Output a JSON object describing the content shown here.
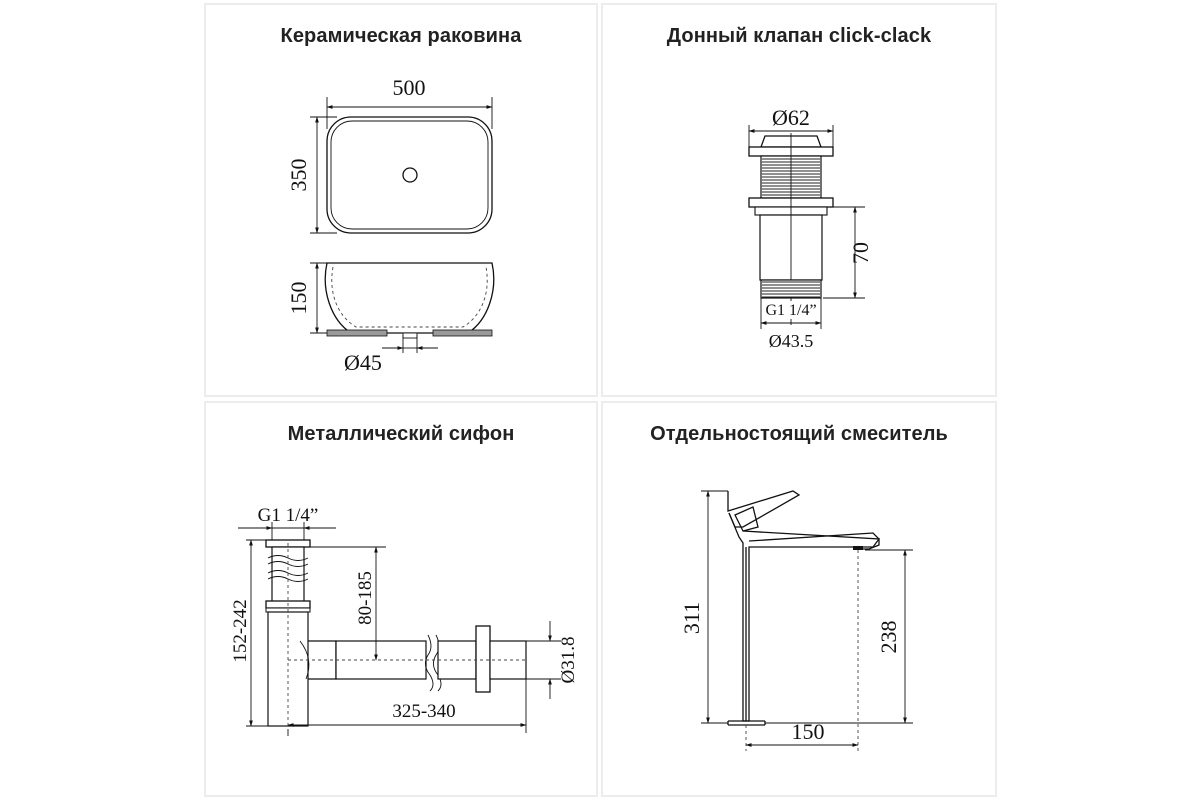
{
  "panels": {
    "basin": {
      "title": "Керамическая раковина",
      "dim_width": "500",
      "dim_depth": "350",
      "dim_height": "150",
      "dim_drain": "Ø45"
    },
    "valve": {
      "title": "Донный клапан click-clack",
      "dim_cap": "Ø62",
      "dim_height": "70",
      "dim_thread": "G1 1/4”",
      "dim_body": "Ø43.5"
    },
    "siphon": {
      "title": "Металлический сифон",
      "dim_thread": "G1 1/4”",
      "dim_height": "152-242",
      "dim_vertical": "80-185",
      "dim_length": "325-340",
      "dim_outlet": "Ø31.8"
    },
    "mixer": {
      "title": "Отдельностоящий смеситель",
      "dim_height": "311",
      "dim_spout_height": "238",
      "dim_spout_reach": "150"
    }
  },
  "colors": {
    "background": "#ffffff",
    "panel_border": "#ececec",
    "line": "#111111",
    "fill_gray": "#9a9a9a",
    "title_text": "#222222"
  }
}
